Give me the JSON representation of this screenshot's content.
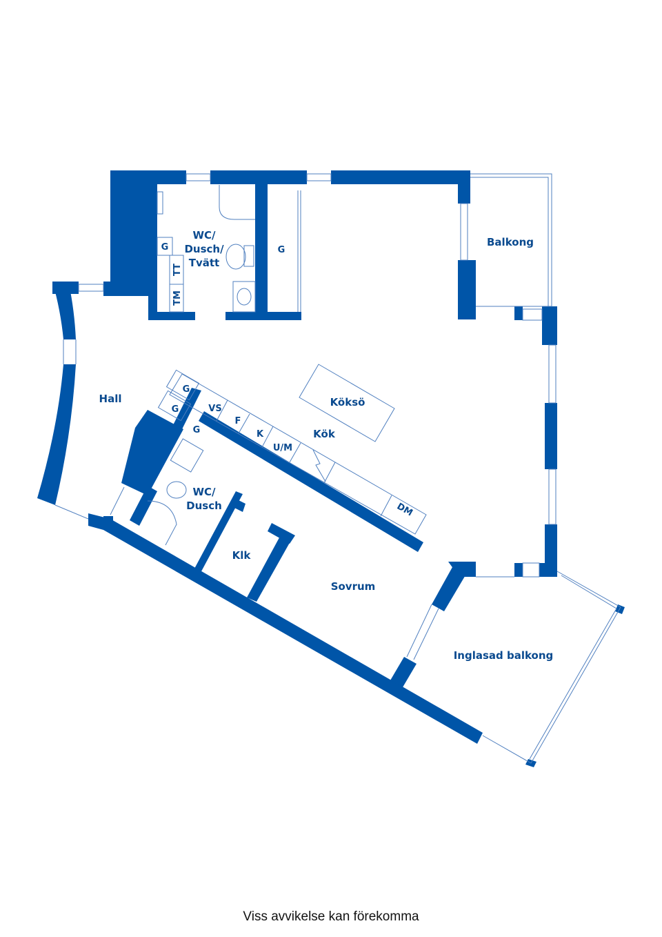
{
  "colors": {
    "wall": "#0055a8",
    "text": "#0a4a8f",
    "line": "#4f7fbf",
    "background": "#ffffff"
  },
  "rooms": {
    "wc_dusch_tvatt_line1": "WC/",
    "wc_dusch_tvatt_line2": "Dusch/",
    "wc_dusch_tvatt_line3": "Tvätt",
    "balkong": "Balkong",
    "hall": "Hall",
    "kokso": "Köksö",
    "kok": "Kök",
    "wc_dusch_line1": "WC/",
    "wc_dusch_line2": "Dusch",
    "klk": "Klk",
    "sovrum": "Sovrum",
    "inglasad_balkong": "Inglasad balkong"
  },
  "fixtures": {
    "g_bath": "G",
    "tt": "TT",
    "tm": "TM",
    "g_closet": "G",
    "g_hall1": "G",
    "g_hall2": "G",
    "g_bath2": "G",
    "vs": "VS",
    "f": "F",
    "k": "K",
    "um": "U/M",
    "dm": "DM"
  },
  "footer": {
    "disclaimer": "Viss avvikelse kan förekomma"
  }
}
